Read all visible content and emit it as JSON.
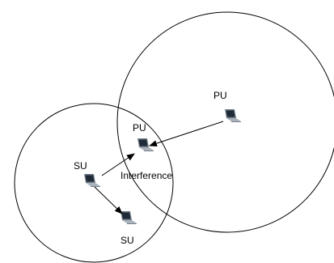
{
  "labels": {
    "pu_far": "PU",
    "pu_near": "PU",
    "su_source": "SU",
    "su_target": "SU",
    "interference": "Interference"
  },
  "icons": {
    "laptop": "laptop-icon"
  },
  "colors": {
    "stroke": "#000000",
    "laptop_body": "#6f7a86",
    "laptop_screen": "#1f2a36",
    "laptop_base": "#a9b2bc"
  }
}
